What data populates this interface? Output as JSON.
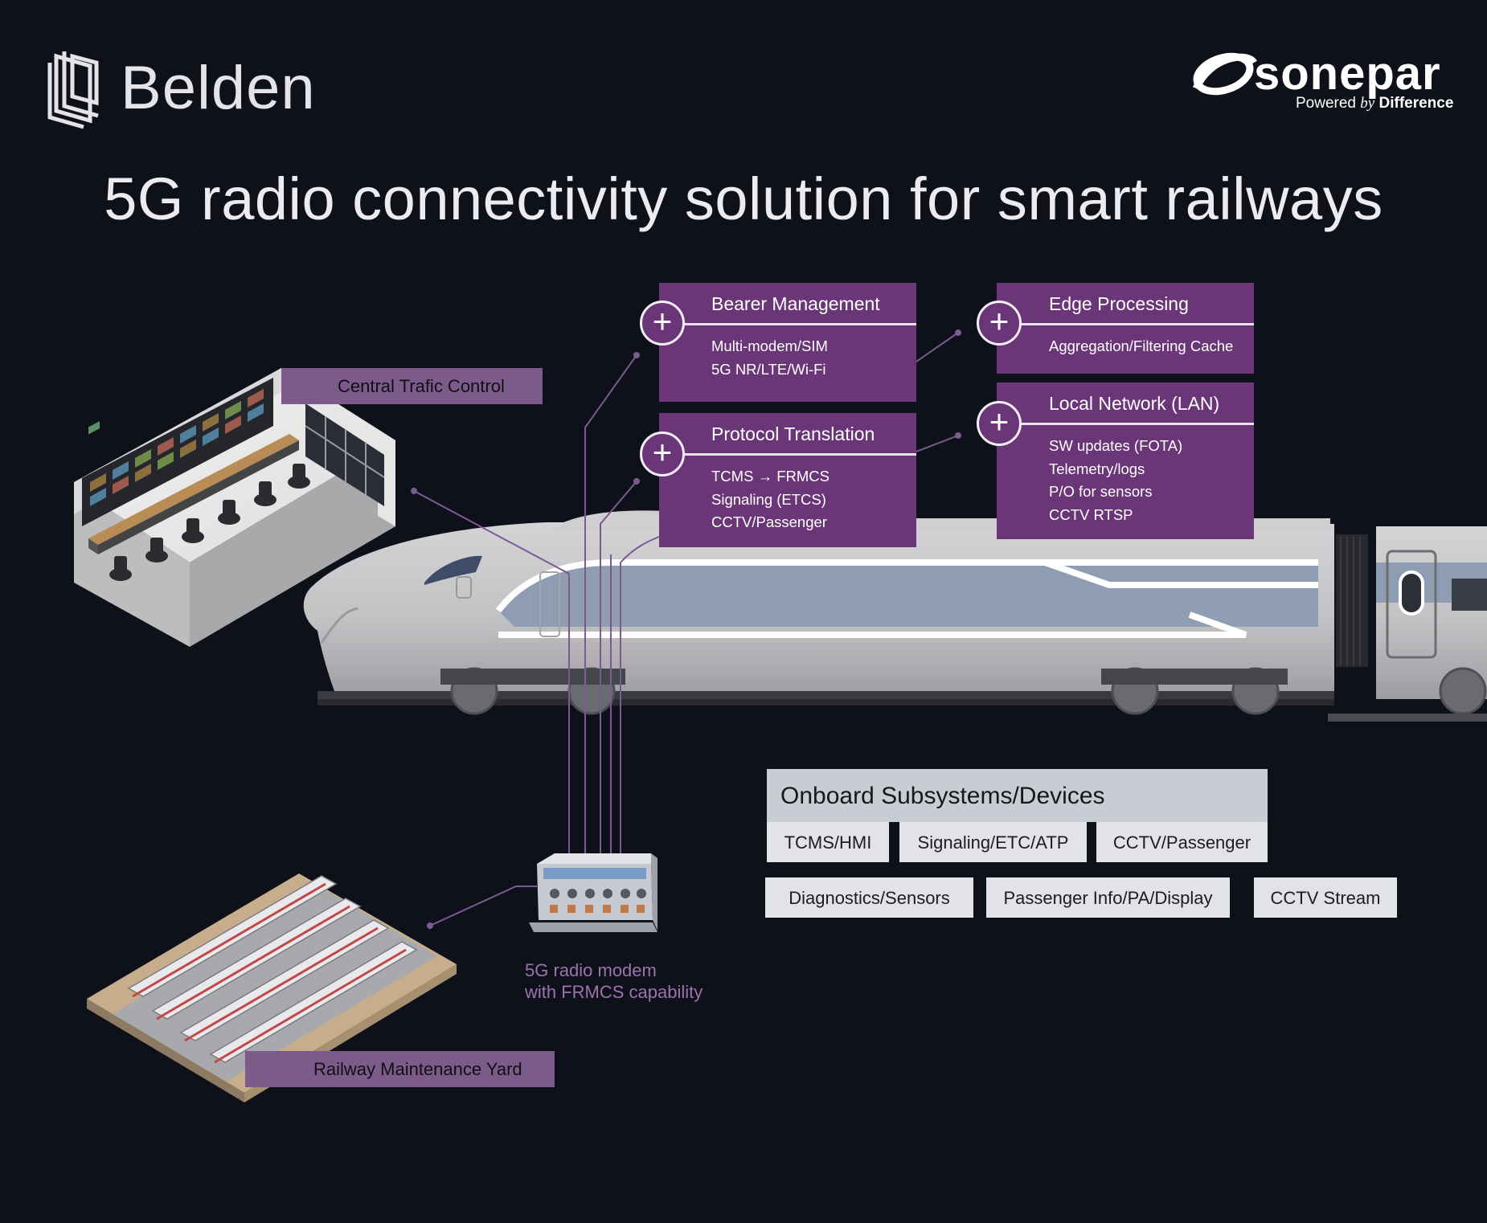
{
  "header": {
    "belden_logo_text": "Belden",
    "sonepar_logo_text": "sonepar",
    "sonepar_tagline_prefix": "Powered",
    "sonepar_tagline_by": "by",
    "sonepar_tagline_suffix": "Difference"
  },
  "title": "5G radio connectivity solution for smart railways",
  "features": [
    {
      "title": "Bearer Management",
      "items": [
        "Multi-modem/SIM",
        "5G NR/LTE/Wi-Fi"
      ]
    },
    {
      "title": "Protocol Translation",
      "items": [
        "TCMS → FRMCS",
        "Signaling (ETCS)",
        "CCTV/Passenger"
      ]
    },
    {
      "title": "Edge Processing",
      "items": [
        "Aggregation/Filtering Cache"
      ]
    },
    {
      "title": "Local Network (LAN)",
      "items": [
        "SW updates (FOTA)",
        "Telemetry/logs",
        "P/O for sensors",
        "CCTV RTSP"
      ]
    }
  ],
  "locations": {
    "control": "Central Trafic Control",
    "yard": "Railway Maintenance Yard"
  },
  "modem": {
    "line1": "5G radio modem",
    "line2": "with FRMCS capability"
  },
  "onboard": {
    "heading": "Onboard Subsystems/Devices",
    "row1": [
      "TCMS/HMI",
      "Signaling/ETC/ATP",
      "CCTV/Passenger"
    ],
    "row2": [
      "Diagnostics/Sensors",
      "Passenger Info/PA/Display",
      "CCTV Stream"
    ]
  },
  "colors": {
    "background": "#0e1119",
    "feature_purple": "#6b3677",
    "label_purple": "#7c5b8a",
    "chip_grey": "#e1e3e6",
    "connector_line": "#7a5b90"
  },
  "icons": [
    "belden-logo-icon",
    "sonepar-swirl-icon",
    "plus-icon"
  ]
}
